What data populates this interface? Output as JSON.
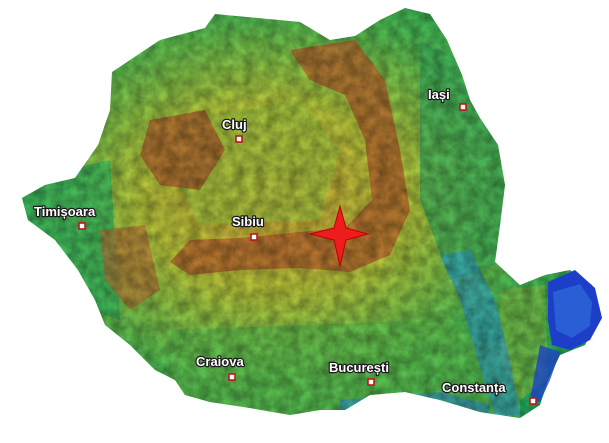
{
  "map": {
    "colors": {
      "lowland": "#2eb857",
      "hills": "#b9c83a",
      "mountains": "#b4622c",
      "delta": "#2a6fd0",
      "sea": "#0d2fb0",
      "marker": "#ee1c1c"
    },
    "cities": [
      {
        "id": "cluj",
        "label": "Cluj"
      },
      {
        "id": "iasi",
        "label": "Iași"
      },
      {
        "id": "timisoara",
        "label": "Timișoara"
      },
      {
        "id": "sibiu",
        "label": "Sibiu"
      },
      {
        "id": "craiova",
        "label": "Craiova"
      },
      {
        "id": "bucuresti",
        "label": "București"
      },
      {
        "id": "constanta",
        "label": "Constanța"
      }
    ],
    "star_marker": {
      "icon": "four-point-star-icon",
      "color": "#ee1c1c"
    }
  }
}
